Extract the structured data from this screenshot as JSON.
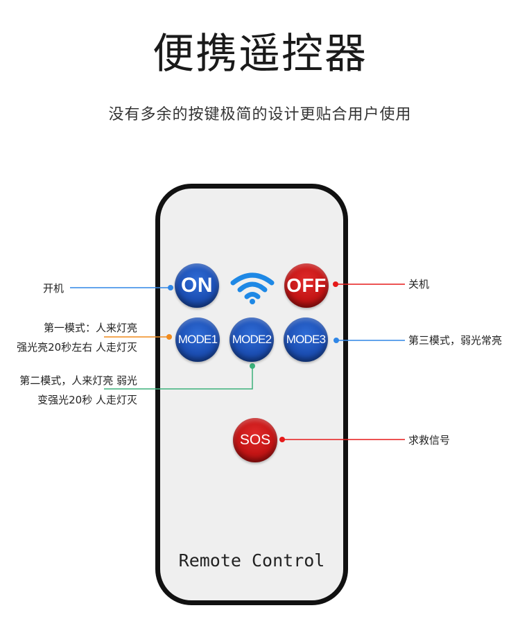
{
  "title": "便携遥控器",
  "subtitle": "没有多余的按键极简的设计更贴合用户使用",
  "remote": {
    "label": "Remote Control",
    "buttons": {
      "on": "ON",
      "off": "OFF",
      "mode1": "MODE1",
      "mode2": "MODE2",
      "mode3": "MODE3",
      "sos": "SOS"
    },
    "wifi_icon": "wifi-icon"
  },
  "annotations": {
    "on": "开机",
    "off": "关机",
    "mode1_line1": "第一模式：人来灯亮",
    "mode1_line2": "强光亮20秒左右 人走灯灭",
    "mode2_line1": "第二模式，人来灯亮 弱光",
    "mode2_line2": "变强光20秒 人走灯灭",
    "mode3": "第三模式，弱光常亮",
    "sos": "求救信号"
  },
  "colors": {
    "button_blue": "#1c4fb4",
    "button_red": "#c31515",
    "line_blue": "#2f86e6",
    "line_red": "#e51a1a",
    "line_orange": "#f08a1c",
    "line_green": "#3bb07a",
    "wifi_blue": "#1e88e5"
  }
}
